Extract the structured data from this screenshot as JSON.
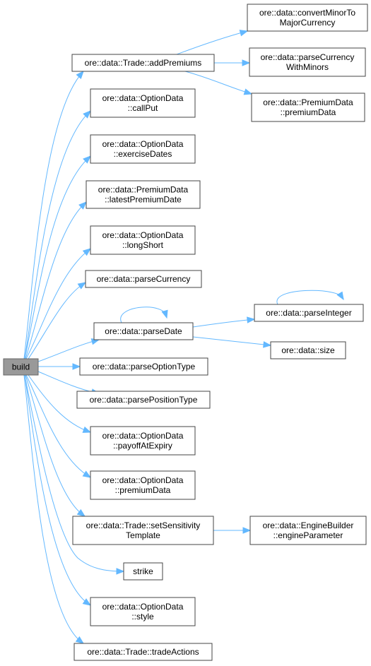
{
  "graph": {
    "root": "build",
    "nodes": [
      {
        "id": "build",
        "lines": [
          "build"
        ],
        "root": true
      },
      {
        "id": "addPremiums",
        "lines": [
          "ore::data::Trade::addPremiums"
        ]
      },
      {
        "id": "convertMinorToMajor",
        "lines": [
          "ore::data::convertMinorTo",
          "MajorCurrency"
        ]
      },
      {
        "id": "parseCurrencyWithMinors",
        "lines": [
          "ore::data::parseCurrency",
          "WithMinors"
        ]
      },
      {
        "id": "premiumDataPD",
        "lines": [
          "ore::data::PremiumData",
          "::premiumData"
        ]
      },
      {
        "id": "callPut",
        "lines": [
          "ore::data::OptionData",
          "::callPut"
        ]
      },
      {
        "id": "exerciseDates",
        "lines": [
          "ore::data::OptionData",
          "::exerciseDates"
        ]
      },
      {
        "id": "latestPremiumDate",
        "lines": [
          "ore::data::PremiumData",
          "::latestPremiumDate"
        ]
      },
      {
        "id": "longShort",
        "lines": [
          "ore::data::OptionData",
          "::longShort"
        ]
      },
      {
        "id": "parseCurrency",
        "lines": [
          "ore::data::parseCurrency"
        ]
      },
      {
        "id": "parseDate",
        "lines": [
          "ore::data::parseDate"
        ]
      },
      {
        "id": "parseInteger",
        "lines": [
          "ore::data::parseInteger"
        ]
      },
      {
        "id": "size",
        "lines": [
          "ore::data::size"
        ]
      },
      {
        "id": "parseOptionType",
        "lines": [
          "ore::data::parseOptionType"
        ]
      },
      {
        "id": "parsePositionType",
        "lines": [
          "ore::data::parsePositionType"
        ]
      },
      {
        "id": "payoffAtExpiry",
        "lines": [
          "ore::data::OptionData",
          "::payoffAtExpiry"
        ]
      },
      {
        "id": "premiumDataOD",
        "lines": [
          "ore::data::OptionData",
          "::premiumData"
        ]
      },
      {
        "id": "setSensitivityTemplate",
        "lines": [
          "ore::data::Trade::setSensitivity",
          "Template"
        ]
      },
      {
        "id": "engineParameter",
        "lines": [
          "ore::data::EngineBuilder",
          "::engineParameter"
        ]
      },
      {
        "id": "strike",
        "lines": [
          "strike"
        ]
      },
      {
        "id": "style",
        "lines": [
          "ore::data::OptionData",
          "::style"
        ]
      },
      {
        "id": "tradeActions",
        "lines": [
          "ore::data::Trade::tradeActions"
        ]
      }
    ],
    "edges": [
      {
        "from": "build",
        "to": "addPremiums"
      },
      {
        "from": "build",
        "to": "callPut"
      },
      {
        "from": "build",
        "to": "exerciseDates"
      },
      {
        "from": "build",
        "to": "latestPremiumDate"
      },
      {
        "from": "build",
        "to": "longShort"
      },
      {
        "from": "build",
        "to": "parseCurrency"
      },
      {
        "from": "build",
        "to": "parseDate"
      },
      {
        "from": "build",
        "to": "parseOptionType"
      },
      {
        "from": "build",
        "to": "parsePositionType"
      },
      {
        "from": "build",
        "to": "payoffAtExpiry"
      },
      {
        "from": "build",
        "to": "premiumDataOD"
      },
      {
        "from": "build",
        "to": "setSensitivityTemplate"
      },
      {
        "from": "build",
        "to": "strike"
      },
      {
        "from": "build",
        "to": "style"
      },
      {
        "from": "build",
        "to": "tradeActions"
      },
      {
        "from": "addPremiums",
        "to": "convertMinorToMajor"
      },
      {
        "from": "addPremiums",
        "to": "parseCurrencyWithMinors"
      },
      {
        "from": "addPremiums",
        "to": "premiumDataPD"
      },
      {
        "from": "parseDate",
        "to": "parseDate"
      },
      {
        "from": "parseDate",
        "to": "parseInteger"
      },
      {
        "from": "parseDate",
        "to": "size"
      },
      {
        "from": "parseInteger",
        "to": "parseInteger"
      },
      {
        "from": "setSensitivityTemplate",
        "to": "engineParameter"
      }
    ],
    "colors": {
      "edge": "#63b8ff",
      "node_border": "#444444",
      "root_fill": "#999999",
      "node_fill": "#ffffff"
    }
  }
}
